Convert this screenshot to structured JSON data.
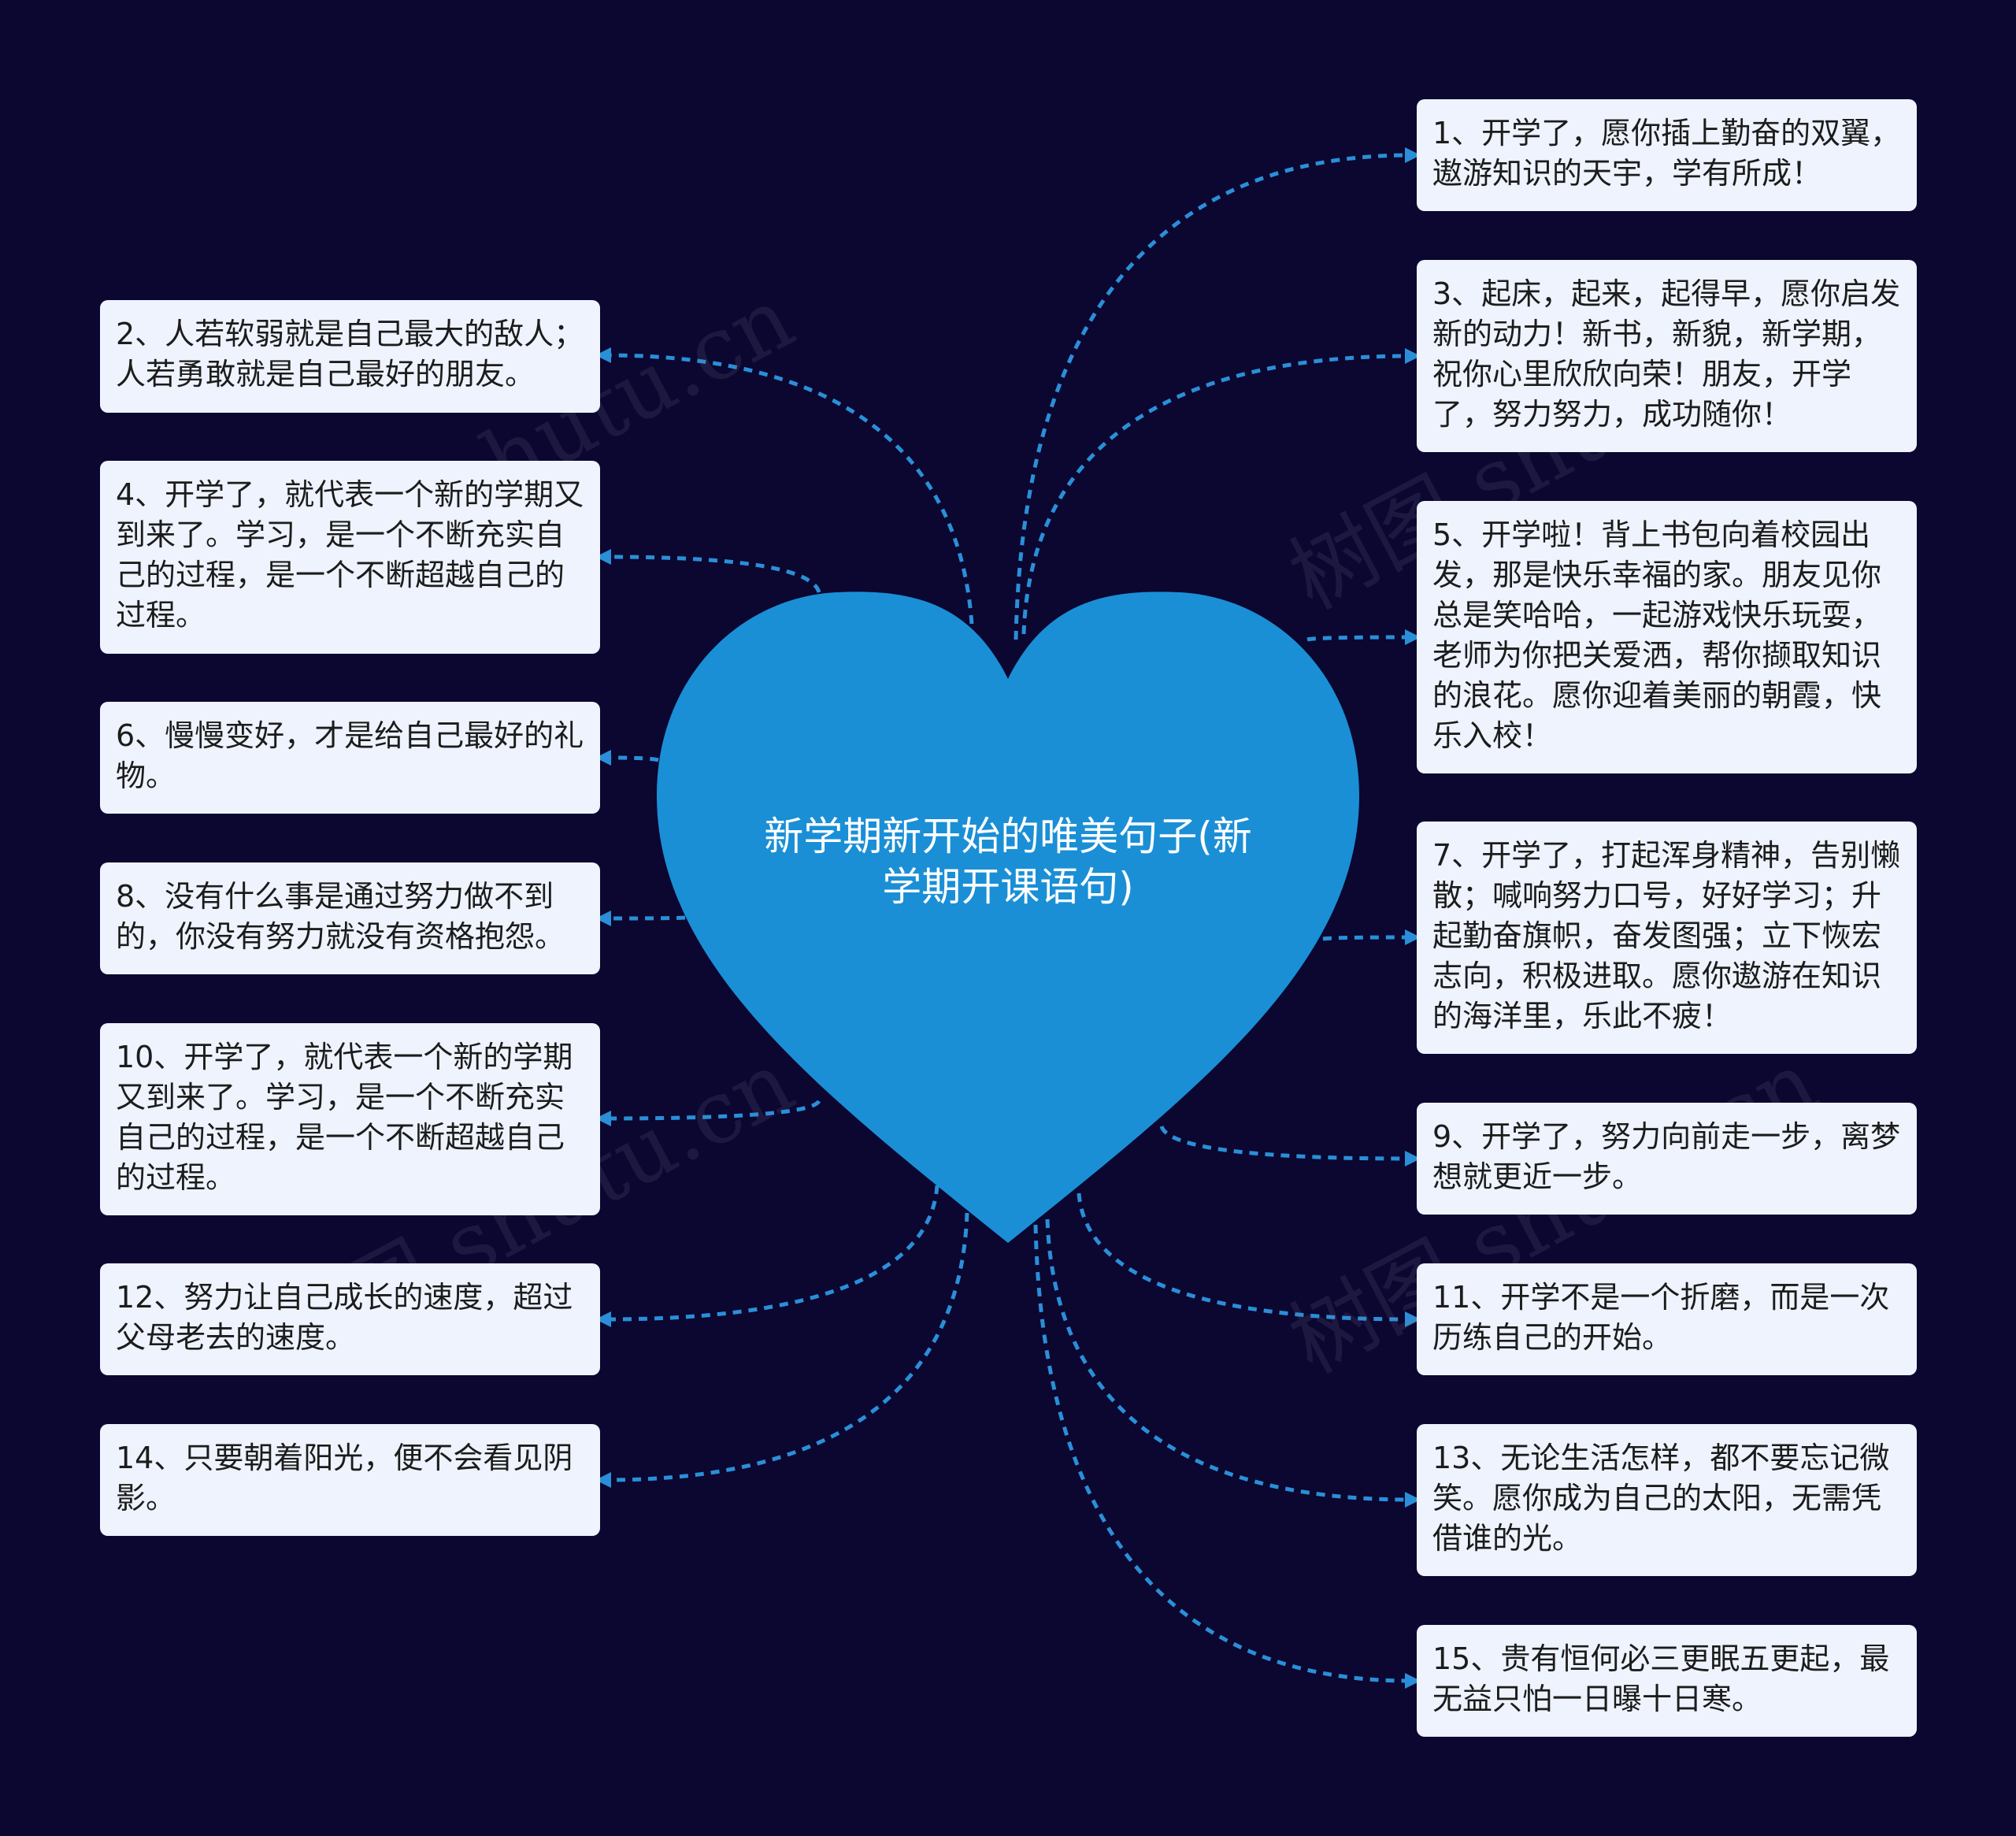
{
  "center": {
    "title": "新学期新开始的唯美句子(新学期开课语句)"
  },
  "colors": {
    "background": "#0b0730",
    "heart": "#1a8fd6",
    "connector": "#2a8fd8",
    "node_bg": "#eef3fd",
    "node_text": "#1c1c1c"
  },
  "left_nodes": [
    {
      "text": "2、人若软弱就是自己最大的敌人；人若勇敢就是自己最好的朋友。"
    },
    {
      "text": "4、开学了，就代表一个新的学期又到来了。学习，是一个不断充实自己的过程，是一个不断超越自己的过程。"
    },
    {
      "text": "6、慢慢变好，才是给自己最好的礼物。"
    },
    {
      "text": "8、没有什么事是通过努力做不到的，你没有努力就没有资格抱怨。"
    },
    {
      "text": "10、开学了，就代表一个新的学期又到来了。学习，是一个不断充实自己的过程，是一个不断超越自己的过程。"
    },
    {
      "text": "12、努力让自己成长的速度，超过父母老去的速度。"
    },
    {
      "text": "14、只要朝着阳光，便不会看见阴影。"
    }
  ],
  "right_nodes": [
    {
      "text": "1、开学了，愿你插上勤奋的双翼，遨游知识的天宇，学有所成！"
    },
    {
      "text": "3、起床，起来，起得早，愿你启发新的动力！新书，新貌，新学期，祝你心里欣欣向荣！朋友，开学了，努力努力，成功随你！"
    },
    {
      "text": "5、开学啦！背上书包向着校园出发，那是快乐幸福的家。朋友见你总是笑哈哈，一起游戏快乐玩耍，老师为你把关爱洒，帮你撷取知识的浪花。愿你迎着美丽的朝霞，快乐入校！"
    },
    {
      "text": "7、开学了，打起浑身精神，告别懒散；喊响努力口号，好好学习；升起勤奋旗帜，奋发图强；立下恢宏志向，积极进取。愿你遨游在知识的海洋里，乐此不疲！"
    },
    {
      "text": "9、开学了，努力向前走一步，离梦想就更近一步。"
    },
    {
      "text": "11、开学不是一个折磨，而是一次历练自己的开始。"
    },
    {
      "text": "13、无论生活怎样，都不要忘记微笑。愿你成为自己的太阳，无需凭借谁的光。"
    },
    {
      "text": "15、贵有恒何必三更眠五更起，最无益只怕一日曝十日寒。"
    }
  ],
  "watermark": "树图 shutu.cn"
}
